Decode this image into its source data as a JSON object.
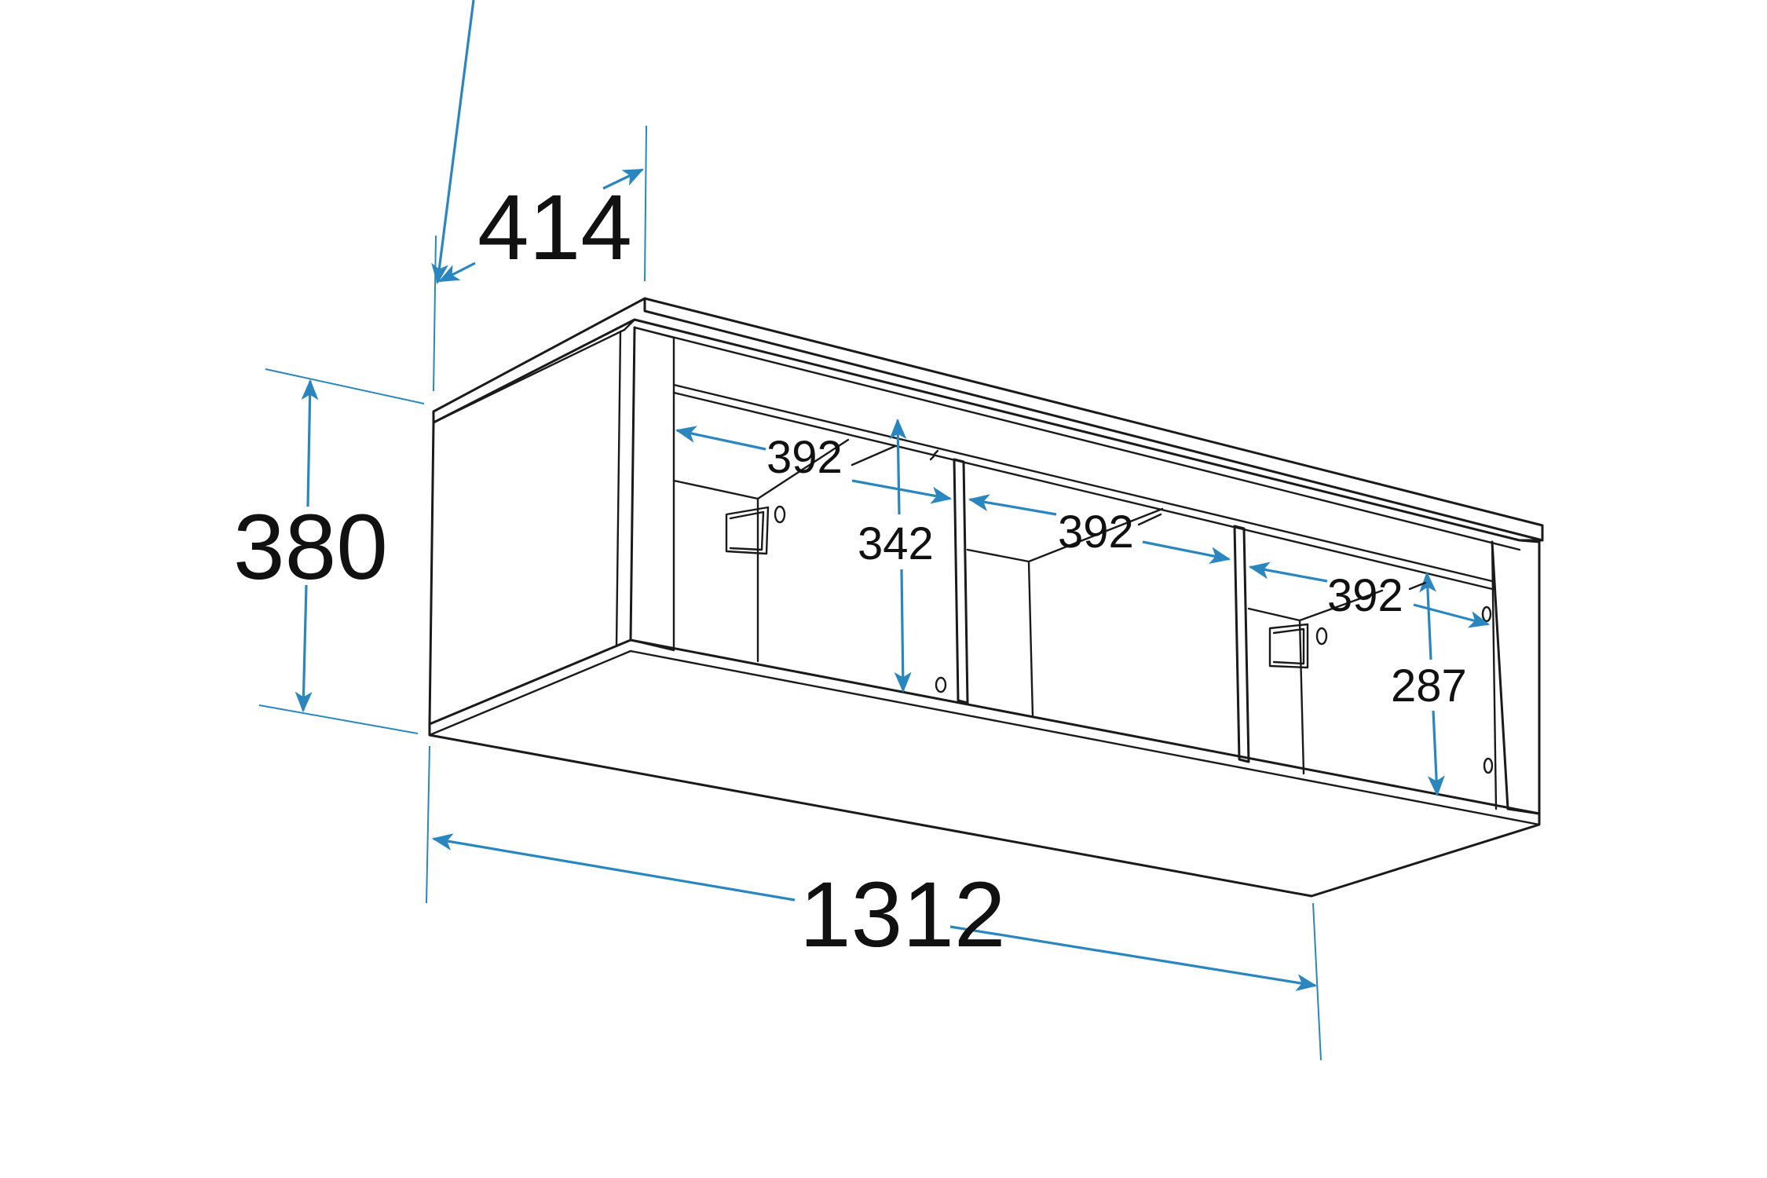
{
  "dimensions": {
    "depth": "414",
    "height": "380",
    "width": "1312",
    "compartment_width_1": "392",
    "compartment_width_2": "392",
    "compartment_width_3": "392",
    "inner_height": "342",
    "shelf_height": "287"
  },
  "colors": {
    "dimension_line": "#2a86bf",
    "outline": "#1a1a1a",
    "background": "#ffffff"
  }
}
